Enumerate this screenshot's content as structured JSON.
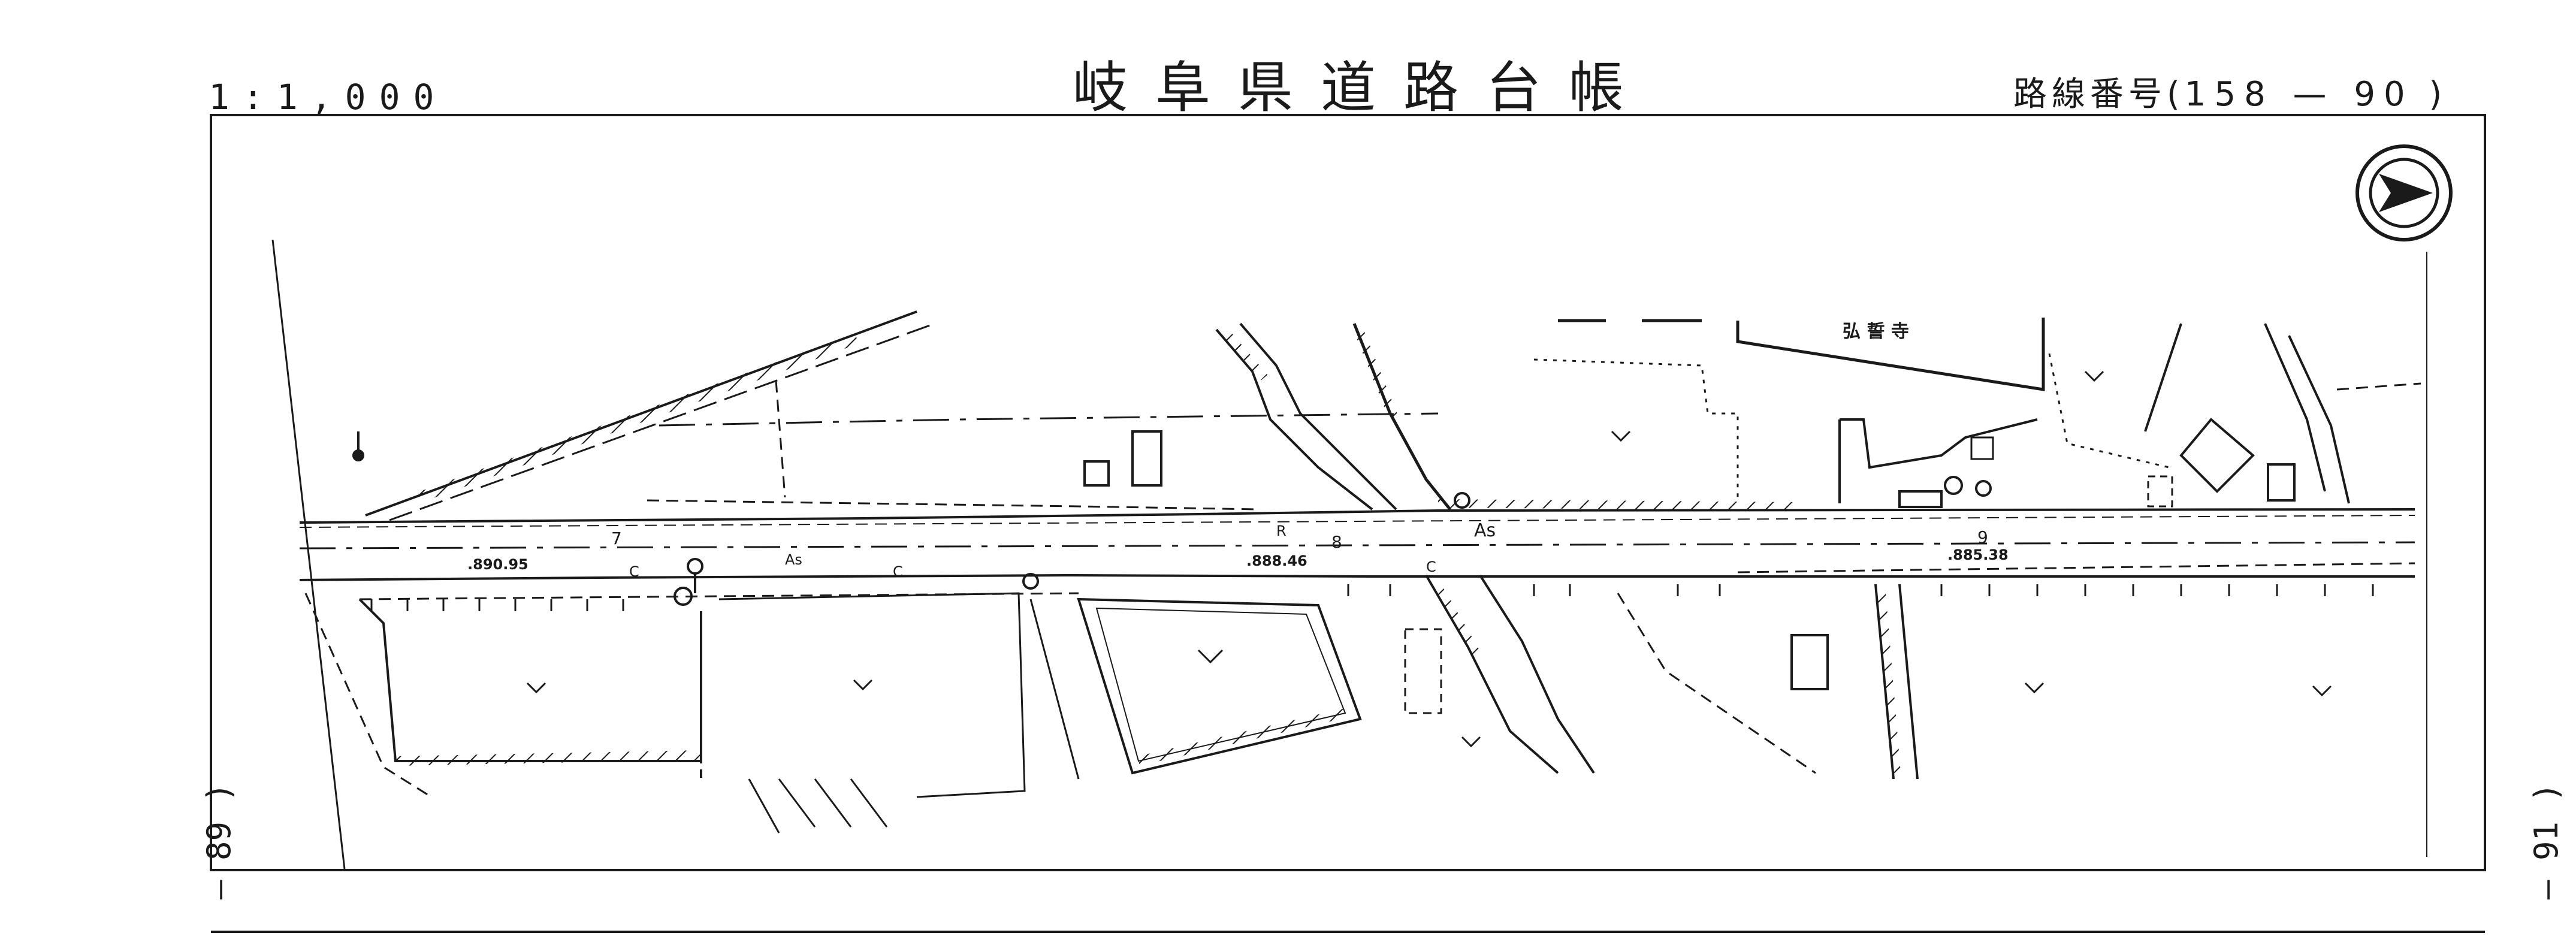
{
  "header": {
    "scale": "1:1,000",
    "title": "岐阜県道路台帳",
    "route_label": "路線番号",
    "route_number": "158 — 90"
  },
  "adjacent_sheets": {
    "left": "89",
    "right": "91"
  },
  "map_labels": {
    "temple": "弘 誓 寺",
    "surface": "As",
    "station_7": "7",
    "station_8": "8",
    "station_9": "9",
    "elev_1": ".890.95",
    "elev_2": ".888.46",
    "elev_3": ".885.38",
    "curb_c": "C",
    "ramp_r": "R"
  },
  "icons": {
    "north_arrow": "north-arrow-icon",
    "field_symbol": "v-field-icon"
  },
  "colors": {
    "ink": "#1a1a1a",
    "paper": "#ffffff"
  }
}
